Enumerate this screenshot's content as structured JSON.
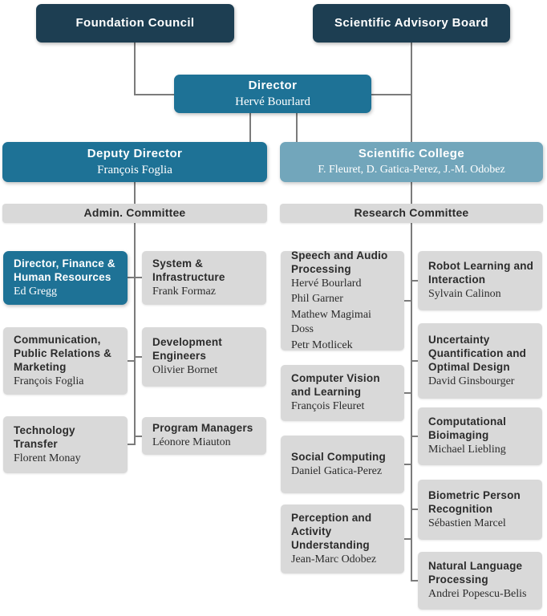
{
  "colors": {
    "dark_navy": "#1d3e52",
    "teal": "#1e7296",
    "light_blue": "#72a6bb",
    "gray_box": "#d9d9d9",
    "line_gray": "#7b7b7b",
    "text_dark": "#2b2b2b",
    "text_light": "#ffffff"
  },
  "nodes": {
    "foundation_council": {
      "title": "Foundation Council"
    },
    "scientific_advisory_board": {
      "title": "Scientific Advisory Board"
    },
    "director": {
      "title": "Director",
      "name": "Hervé Bourlard"
    },
    "deputy_director": {
      "title": "Deputy Director",
      "name": "François Foglia"
    },
    "scientific_college": {
      "title": "Scientific College",
      "name": "F. Fleuret, D. Gatica-Perez, J.-M. Odobez"
    },
    "admin_committee": {
      "title": "Admin. Committee"
    },
    "research_committee": {
      "title": "Research Committee"
    },
    "director_finance_hr": {
      "title": "Director, Finance & Human Resources",
      "name": "Ed Gregg"
    },
    "system_infrastructure": {
      "title": "System & Infrastructure",
      "name": "Frank Formaz"
    },
    "communication_pr_marketing": {
      "title": "Communication, Public Relations & Marketing",
      "name": "François Foglia"
    },
    "development_engineers": {
      "title": "Development Engineers",
      "name": "Olivier Bornet"
    },
    "technology_transfer": {
      "title": "Technology Transfer",
      "name": "Florent Monay"
    },
    "program_managers": {
      "title": "Program Managers",
      "name": "Léonore Miauton"
    },
    "speech_audio_processing": {
      "title": "Speech and Audio Processing",
      "members": [
        "Hervé Bourlard",
        "Phil Garner",
        "Mathew Magimai Doss",
        "Petr Motlicek"
      ]
    },
    "computer_vision_learning": {
      "title": "Computer Vision and Learning",
      "name": "François Fleuret"
    },
    "social_computing": {
      "title": "Social Computing",
      "name": "Daniel Gatica-Perez"
    },
    "perception_activity_understanding": {
      "title": "Perception and Activity Understanding",
      "name": "Jean-Marc Odobez"
    },
    "robot_learning_interaction": {
      "title": "Robot Learning and Interaction",
      "name": "Sylvain Calinon"
    },
    "uncertainty_quantification": {
      "title": "Uncertainty Quantification and Optimal Design",
      "name": "David Ginsbourger"
    },
    "computational_bioimaging": {
      "title": "Computational Bioimaging",
      "name": "Michael Liebling"
    },
    "biometric_person_recognition": {
      "title": "Biometric Person Recognition",
      "name": "Sébastien Marcel"
    },
    "natural_language_processing": {
      "title": "Natural Language Processing",
      "name": "Andrei Popescu-Belis"
    }
  }
}
